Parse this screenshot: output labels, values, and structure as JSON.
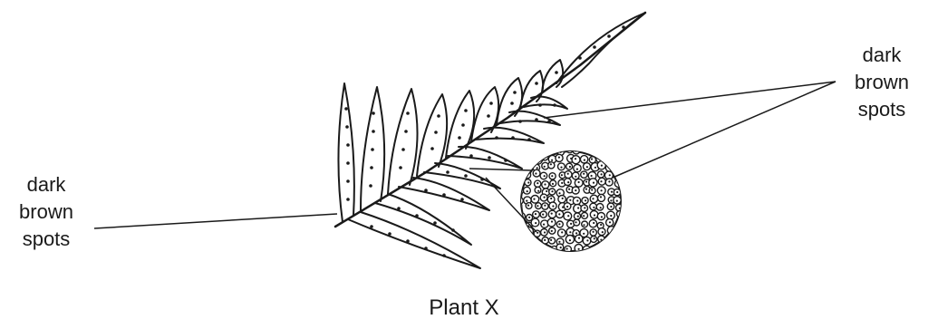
{
  "labels": {
    "left_spots": [
      "dark",
      "brown",
      "spots"
    ],
    "right_spots": [
      "dark",
      "brown",
      "spots"
    ]
  },
  "caption": "Plant X",
  "icons": {
    "frond": "fern-frond-icon",
    "magnified": "magnified-spores-icon"
  }
}
